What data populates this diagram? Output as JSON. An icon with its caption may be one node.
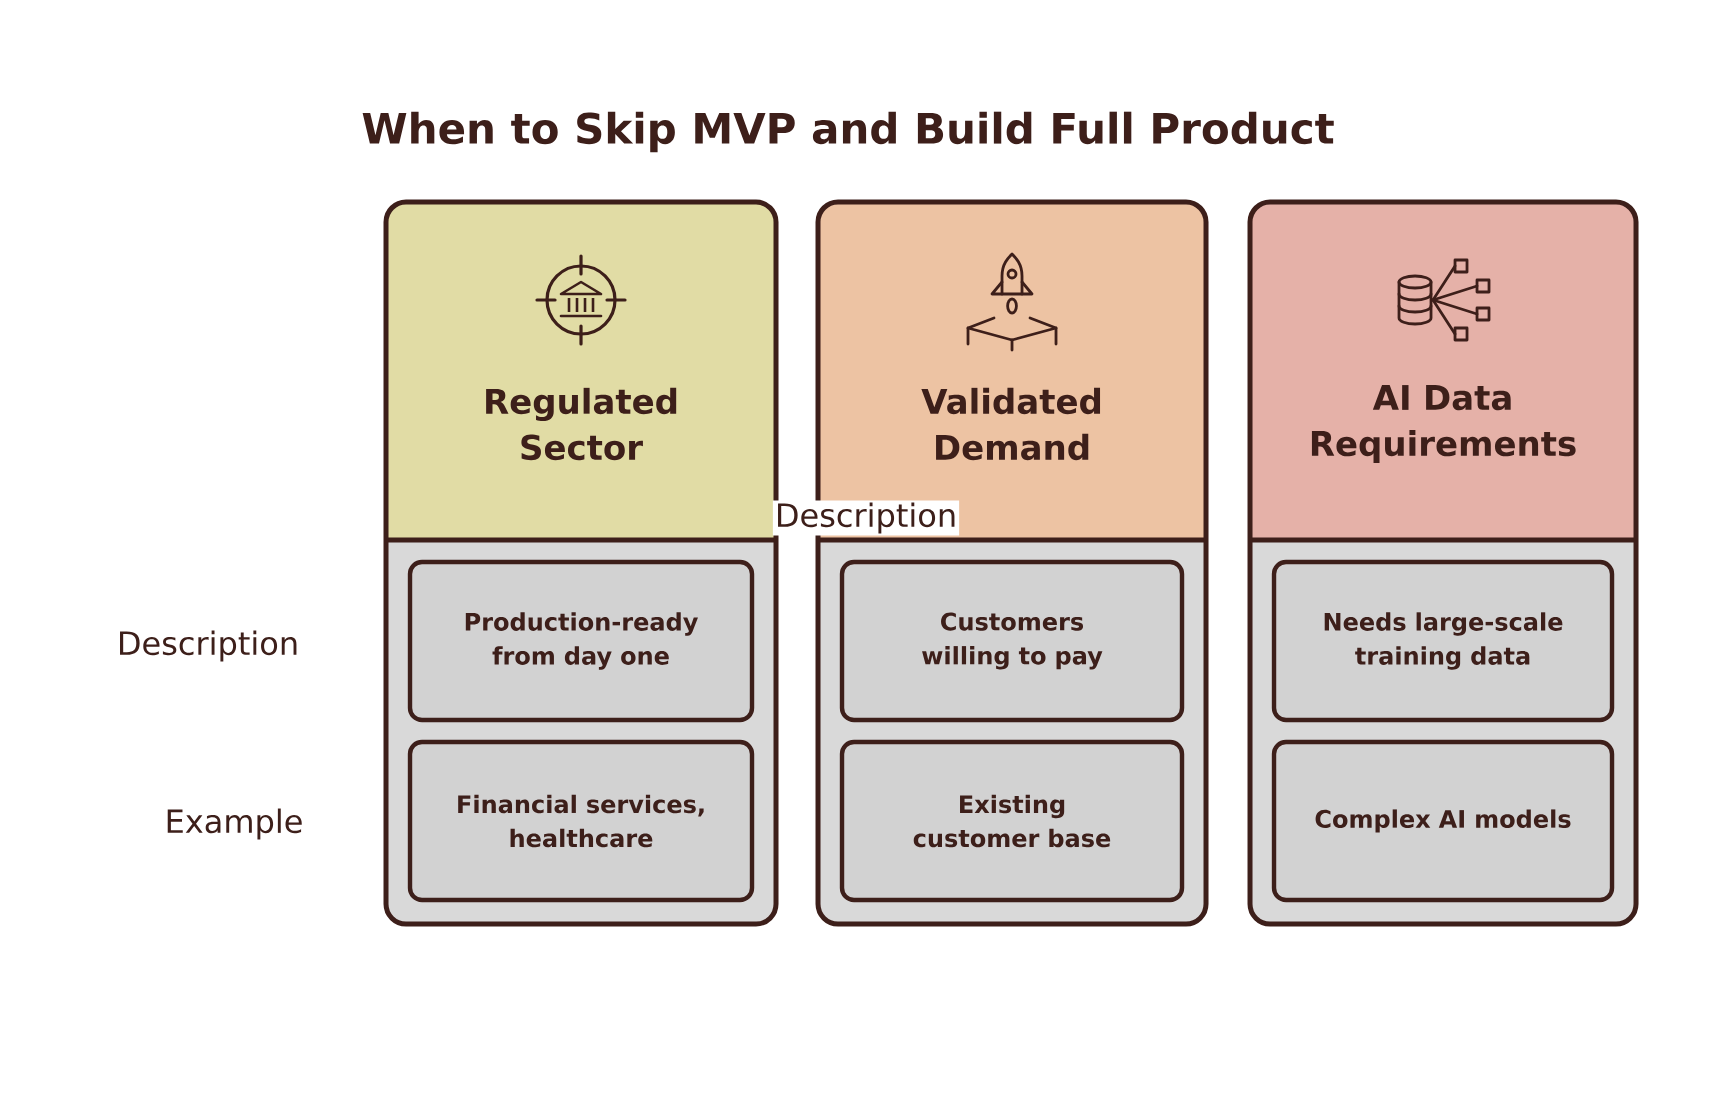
{
  "diagram": {
    "title": "When to Skip MVP and Build Full Product",
    "nodes": [
      {
        "text": [
          "Regulated Sector"
        ]
      },
      {
        "text": [
          "Production-ready from day one"
        ],
        "in": 0
      },
      {
        "text": [
          "Financial services, healthcare"
        ],
        "in": 0
      },
      {
        "text": [
          "Validated Demand"
        ]
      },
      {
        "text": [
          "Customers willing to pay"
        ],
        "in": 3
      },
      {
        "text": [
          "Existing customer base"
        ],
        "in": 3
      },
      {
        "text": [
          "AI Data Requirements"
        ]
      },
      {
        "text": [
          "Needs large-scale training data"
        ],
        "in": 6
      },
      {
        "text": [
          "Complex AI models"
        ],
        "in": 6
      }
    ],
    "labels": [
      "Description",
      "Description",
      "Example"
    ]
  }
}
